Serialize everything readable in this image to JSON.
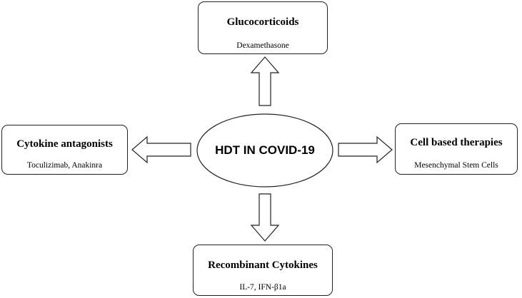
{
  "center": {
    "label": "HDT IN COVID-19"
  },
  "nodes": {
    "top": {
      "title": "Glucocorticoids",
      "subtitle": "Dexamethasone"
    },
    "left": {
      "title": "Cytokine antagonists",
      "subtitle": "Toculizimab, Anakinra"
    },
    "right": {
      "title": "Cell based therapies",
      "subtitle": "Mesenchymal Stem Cells"
    },
    "bottom": {
      "title": "Recombinant Cytokines",
      "subtitle": "IL-7, IFN-β1a"
    }
  },
  "colors": {
    "stroke": "#222222",
    "fill": "#ffffff",
    "text": "#000000"
  }
}
